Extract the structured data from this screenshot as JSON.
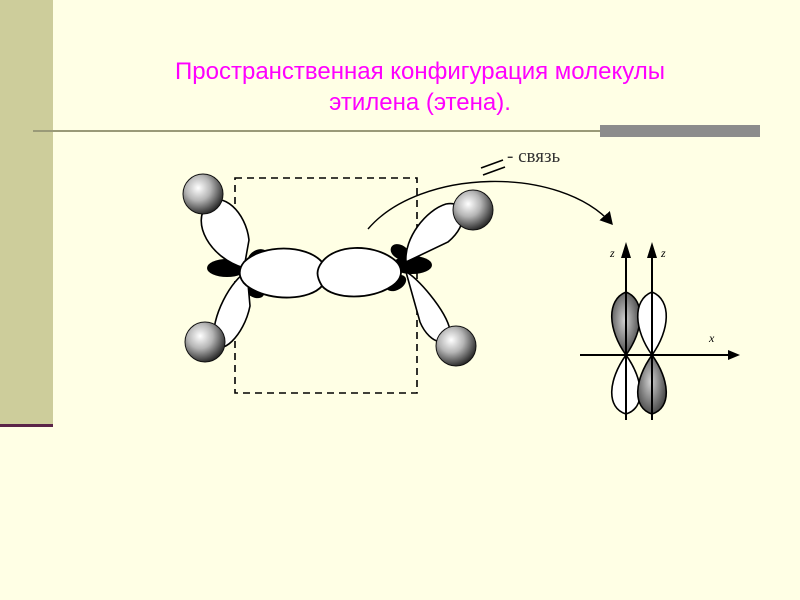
{
  "slide": {
    "title_line1": "Пространственная конфигурация молекулы",
    "title_line2": "этилена (этена).",
    "bond_label": "- связь",
    "axis_labels": {
      "z_left": "z",
      "z_right": "z",
      "x": "x"
    }
  },
  "colors": {
    "background": "#ffffe5",
    "side_bar": "#cdcd9b",
    "title": "#ff00ff",
    "accent_block": "#8c8c8c"
  },
  "icons": [
    "hydrogen-atom-sphere",
    "p-orbital-lobes",
    "pi-bond-symbol"
  ]
}
